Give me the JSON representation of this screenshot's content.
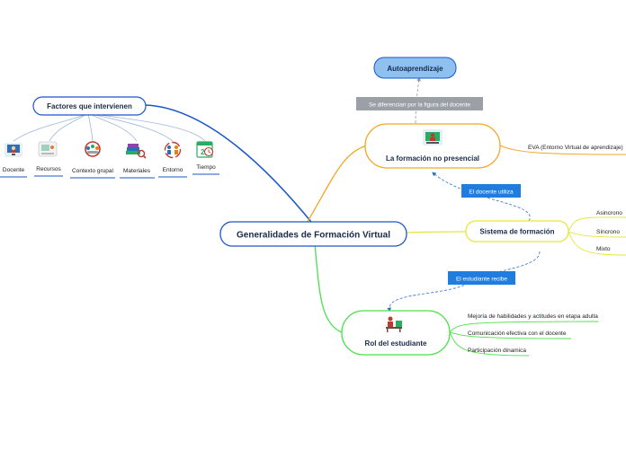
{
  "central": {
    "label": "Generalidades de Formación Virtual"
  },
  "factores": {
    "label": "Factores que intervienen",
    "items": [
      {
        "label": "Docente",
        "icon": "teacher-monitor-icon"
      },
      {
        "label": "Recursos",
        "icon": "resources-board-icon"
      },
      {
        "label": "Contexto grupal",
        "icon": "group-context-icon"
      },
      {
        "label": "Materiales",
        "icon": "books-search-icon"
      },
      {
        "label": "Entorno",
        "icon": "people-cycle-icon"
      },
      {
        "label": "Tiempo",
        "icon": "calendar-clock-icon"
      }
    ]
  },
  "formacion_no_presencial": {
    "label": "La formación no presencial",
    "icon": "presenter-screen-icon",
    "leaf": "EVA (Entorno Virtual de aprendizaje)"
  },
  "autoaprendizaje": {
    "label": "Autoaprendizaje"
  },
  "relations": {
    "diferencian": "Se diferencian por la figura del docente",
    "docente_utiliza": "El docente utiliza",
    "estudiante_recibe": "El estudiante recibe"
  },
  "sistema": {
    "label": "Sistema de formación",
    "items": [
      "Asincrono",
      "Síncrono",
      "Mixto"
    ]
  },
  "rol": {
    "label": "Rol del estudiante",
    "icon": "student-desk-icon",
    "items": [
      "Mejoría de habilidades y actitudes en etapa adulta",
      "Comunicación efectiva con el docente",
      "Participación dinamica"
    ]
  },
  "colors": {
    "blue": "#1a56c9",
    "orange": "#f5a623",
    "yellow": "#e6e63a",
    "green": "#4be04b",
    "tag_blue": "#1f7de0",
    "tag_grey": "#9aa0a6",
    "auto_fill": "#8ec0f0"
  }
}
